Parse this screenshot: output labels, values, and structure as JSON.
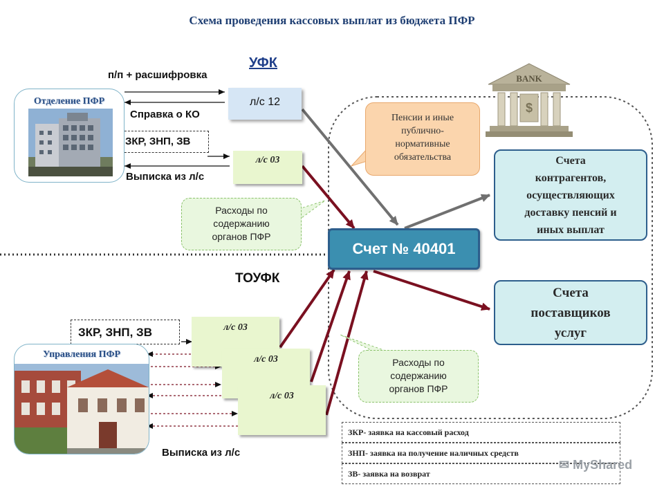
{
  "title": "Схема проведения кассовых выплат из бюджета ПФР",
  "ufk_label": "УФК",
  "toufk_label": "ТОУФК",
  "top_flow": {
    "pp_label": "п/п + расшифровка",
    "spravka_label": "Справка о КО",
    "zkr_label": "ЗКР, ЗНП, ЗВ",
    "vypiska_label": "Выписка из л/с"
  },
  "bottom_flow": {
    "zkr_label": "ЗКР, ЗНП, ЗВ",
    "vypiska_label": "Выписка из л/с"
  },
  "otdelenie": {
    "title": "Отделение ПФР"
  },
  "upravlenia": {
    "title": "Управления ПФР"
  },
  "ls12": "л/с 12",
  "ls03_top": "л/с 03",
  "ls03_bottom": [
    "л/с 03",
    "л/с 03",
    "л/с 03"
  ],
  "callout_pensions": [
    "Пенсии и иные",
    "публично-",
    "нормативные",
    "обязательства"
  ],
  "callout_expenses_top": [
    "Расходы по",
    "содержанию",
    "органов ПФР"
  ],
  "callout_expenses_bottom": [
    "Расходы по",
    "содержанию",
    "органов ПФР"
  ],
  "account_main": "Счет № 40401",
  "bank_sign": "BANK",
  "contractors": [
    "Счета",
    "контрагентов,",
    "осуществляющих",
    "доставку пенсий и",
    "иных выплат"
  ],
  "suppliers": [
    "Счета",
    "поставщиков",
    "услуг"
  ],
  "legend": [
    "ЗКР- заявка на кассовый расход",
    "ЗНП- заявка на получение наличных средств",
    "ЗВ- заявка на возврат"
  ],
  "watermark": "MyShared",
  "colors": {
    "arrow_dark_red": "#7a1020",
    "arrow_gray": "#707070",
    "account_blue": "#3b8fb0",
    "title_blue": "#1f3f73"
  }
}
